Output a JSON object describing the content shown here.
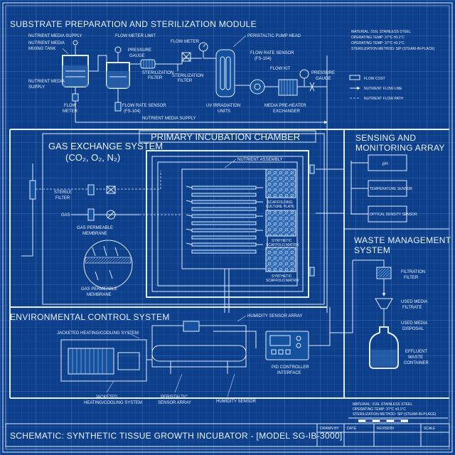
{
  "sections": {
    "substrate": "SUBSTRATE PREPARATION AND STERILIZATION MODULE",
    "gas": "GAS EXCHANGE SYSTEM",
    "gas_formula": "(CO₂, O₂, N₂)",
    "chamber": "PRIMARY INCUBATION CHAMBER",
    "sensing_1": "SENSING AND",
    "sensing_2": "MONITORING ARRAY",
    "waste_1": "WASTE MANAGEMENT",
    "waste_2": "SYSTEM",
    "env": "ENVIRONMENTAL CONTROL SYSTEM"
  },
  "substrate_labels": {
    "media_supply": "NUTRIENT MEDIA SUPPLY",
    "mixing_1": "NUTRIENT MEDIA",
    "mixing_2": "MIXING TANK",
    "flow_meter_limit": "FLOW METER LIMIT",
    "pressure_1": "PRESSURE",
    "pressure_2": "GAUGE",
    "flow_meter_top": "FLOW METER",
    "peristaltic": "PERISTALTIC PUMP HEAD",
    "fr_sensor_1": "FLOW RATE SENSOR",
    "fr_sensor_2": "(FS-104)",
    "flow_kit": "FLOW KIT",
    "pressure_r1": "PRESSURE",
    "pressure_r2": "GAUGE",
    "nm_1": "NUTRIENT MEDIA",
    "nm_2": "SUPPLY",
    "flow_meter_bot_1": "FLOW",
    "flow_meter_bot_2": "METER",
    "sterilization_1": "STERILIZATION",
    "sterilization_2": "FILTER",
    "sterilization_b1": "STERILIZATION",
    "sterilization_b2": "FILTER",
    "fr_sensor_b1": "FLOW RATE SENSOR",
    "fr_sensor_b2": "(FS-104)",
    "uv_1": "UV IRRADIATION",
    "uv_2": "UNITS",
    "preheater_1": "MEDIA PRE-HEATER",
    "preheater_2": "EXCHANGER",
    "nm_supply_line": "NUTRIENT MEDIA SUPPLY"
  },
  "spec_top": [
    "MATERIAL: 316L STAINLESS STEEL",
    "OPERATING TEMP: 37°C ±0.1°C",
    "OPERATING TEMP: 37°C ±0.1°C",
    "STERILIZATION METHOD: SIP (STEAM-IN-PLACE)"
  ],
  "legend": [
    "FLOW COST",
    "NUTRIENT FLOW LINE",
    "NUTRIENT FLOW PATH"
  ],
  "gas_labels": {
    "sterile_1": "STERILE",
    "sterile_2": "FILTER",
    "gas": "GAS",
    "membrane_1": "GAS PERMEABLE",
    "membrane_2": "MEMBRANE",
    "membrane_b1": "GAS PERMEABLE",
    "membrane_b2": "MEMBRANE"
  },
  "chamber_labels": {
    "nutrient_assembly": "NUTRIENT ASSEMBLY",
    "culture_1": "SCAFFOLDING",
    "culture_2": "CULTURE PLATE",
    "synth_1": "SYNTHETIC",
    "synth_2": "SCAFFOLD MATRIX",
    "synth_b1": "SYNTHETIC",
    "synth_b2": "SCAFFOLD MATRIX"
  },
  "sensing_items": [
    "pH",
    "TEMPERATURE SENSOR",
    "OPTICAL DENSITY SENSOR"
  ],
  "waste_labels": {
    "filtration_1": "FILTRATION",
    "filtration_2": "FILTER",
    "used_filtrate_1": "USED MEDIA",
    "used_filtrate_2": "FILTRATE",
    "used_disposal_1": "USED MEDIA",
    "used_disposal_2": "DISPOSAL",
    "effluent_1": "EFFLUENT",
    "effluent_2": "WASTE",
    "effluent_3": "CONTAINER"
  },
  "env_labels": {
    "humidity_array": "HUMIDITY SENSOR ARRAY",
    "jacketed_top": "JACKETED HEATING/COOLING SYSTEM",
    "jacketed_b1": "JACKETED",
    "jacketed_b2": "HEATING/COOLING SYSTEM",
    "peristaltic_1": "PERISTALTIC",
    "peristaltic_2": "SENSOR ARRAY",
    "humidity_sensor": "HUMIDITY SENSOR",
    "pid_1": "PID CONTROLLER",
    "pid_2": "INTERFACE"
  },
  "spec_bottom": [
    "MATERIAL: 316L STAINLESS STEEL",
    "OPERATING TEMP: 37°C ±0.1°C",
    "STERILIZATION METHOD: SIP (STEAM-IN-PLACE)"
  ],
  "title_block": {
    "title": "SCHEMATIC: SYNTHETIC TISSUE GROWTH INCUBATOR - [MODEL SG-IB-3000]",
    "drawn_by": "DRAWN BY",
    "date": "DATE",
    "revision": "REVISION",
    "scale": "SCALE"
  },
  "colors": {
    "background": "#0d3f8a",
    "line": "#e3eeff",
    "panel": "#14519e"
  }
}
